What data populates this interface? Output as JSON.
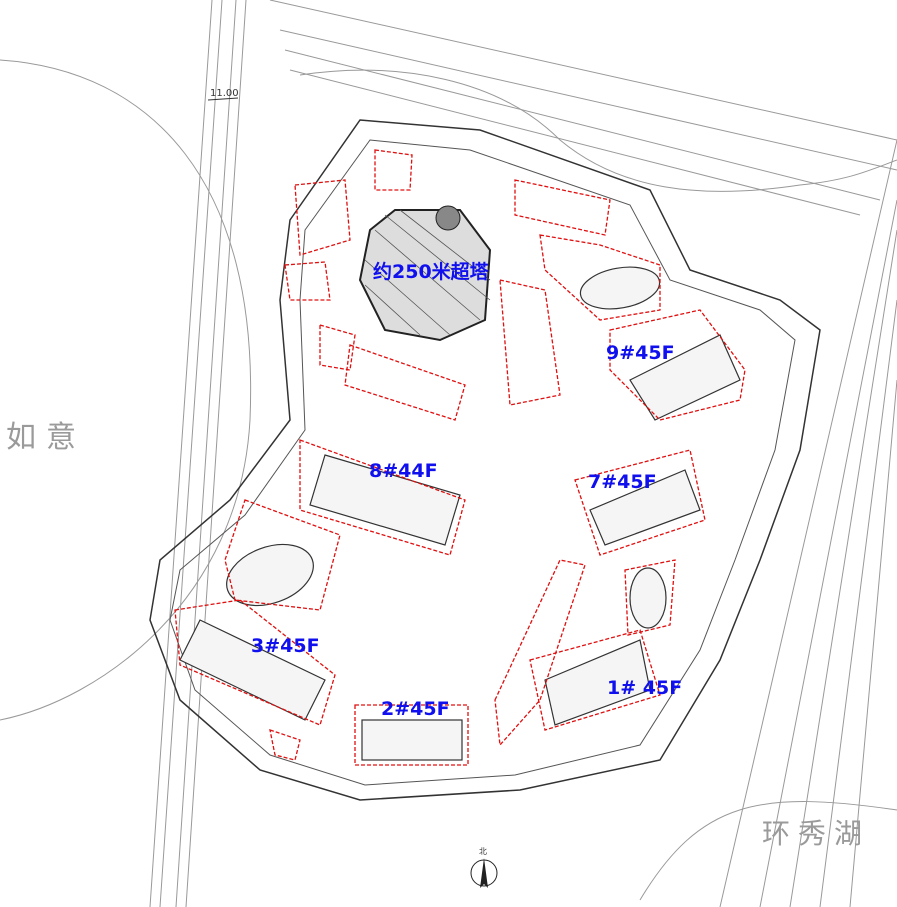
{
  "plan": {
    "elevation_mark": "11.00",
    "north_label": "北",
    "areas": {
      "west": "如意",
      "southeast": "环秀湖"
    },
    "buildings": [
      {
        "id": "tower",
        "label": "约250米超塔"
      },
      {
        "id": "b9",
        "label": "9#45F"
      },
      {
        "id": "b8",
        "label": "8#44F"
      },
      {
        "id": "b7",
        "label": "7#45F"
      },
      {
        "id": "b3",
        "label": "3#45F"
      },
      {
        "id": "b2",
        "label": "2#45F"
      },
      {
        "id": "b1",
        "label": "1# 45F"
      }
    ],
    "colors": {
      "label": "#1010ee",
      "cloud": "#e01010",
      "line": "#444444",
      "area_text": "#9a9a9a"
    }
  }
}
